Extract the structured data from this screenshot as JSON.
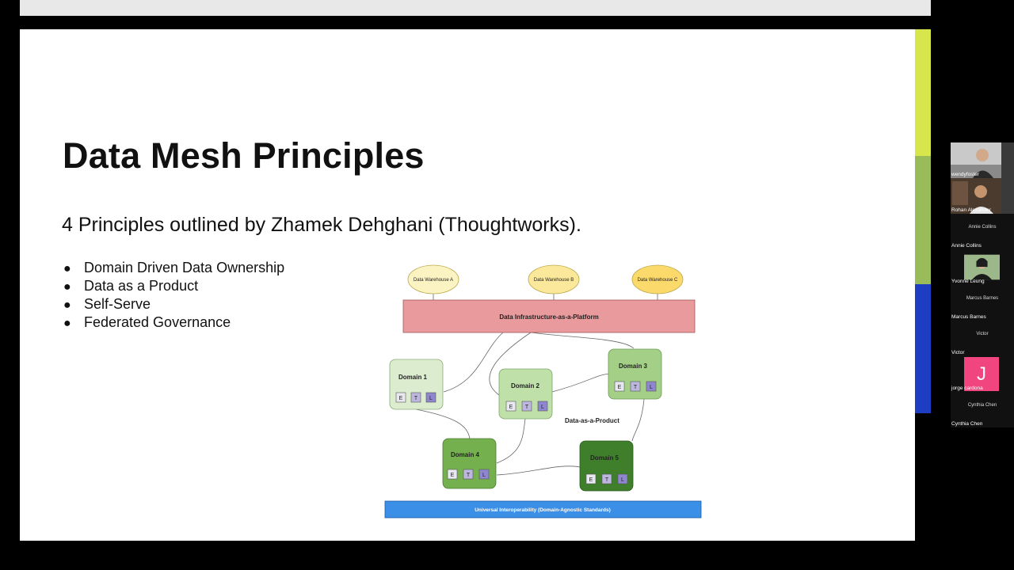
{
  "slide": {
    "title": "Data Mesh Principles",
    "subtitle": "4 Principles outlined by Zhamek Dehghani (Thoughtworks).",
    "bullets": [
      "Domain Driven Data Ownership",
      "Data as a Product",
      "Self-Serve",
      "Federated Governance"
    ]
  },
  "diagram": {
    "warehouses": [
      "Data Warehouse A",
      "Data Warehouse B",
      "Data Warehouse C"
    ],
    "platform_label": "Data Infrastructure-as-a-Platform",
    "domains": [
      "Domain 1",
      "Domain 2",
      "Domain 3",
      "Domain 4",
      "Domain 5"
    ],
    "etl": [
      "E",
      "T",
      "L"
    ],
    "product_label": "Data-as-a-Product",
    "footer_label": "Universal Interoperability (Domain-Agnostic Standards)",
    "colors": {
      "platform": "#e89a9c",
      "footer": "#3b8fe6",
      "warehouse_a": "#fbf3c2",
      "warehouse_b": "#fbe89a",
      "warehouse_c": "#fbd96b"
    }
  },
  "participants": [
    {
      "name": "wendyfoster",
      "video": true
    },
    {
      "name": "Rohan Alexander",
      "video": true
    },
    {
      "name": "Annie Collins",
      "video": false
    },
    {
      "name": "Yvonne Leung",
      "video": true
    },
    {
      "name": "Marcus Barnes",
      "video": false
    },
    {
      "name": "Victor",
      "video": false
    },
    {
      "name": "jorge cardona",
      "initial": "J",
      "video": false
    },
    {
      "name": "Cynthia Chen",
      "video": false
    }
  ]
}
